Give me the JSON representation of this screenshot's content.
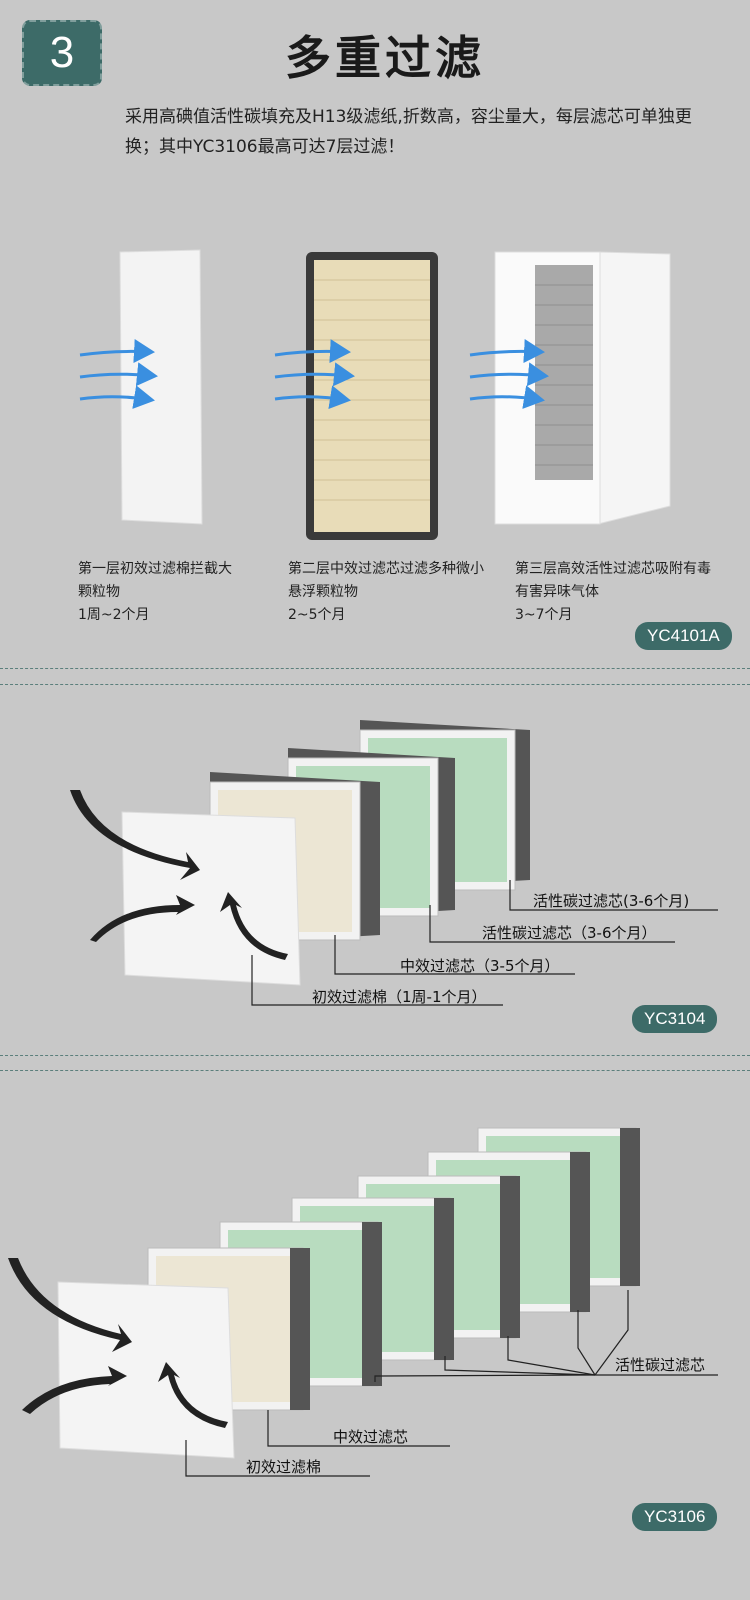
{
  "header": {
    "step_number": "3",
    "title": "多重过滤",
    "intro": "采用高碘值活性碳填充及H13级滤纸,折数高，容尘量大，每层滤芯可单独更换；其中YC3106最高可达7层过滤！"
  },
  "section1": {
    "model": "YC4101A",
    "stages": [
      {
        "desc": "第一层初效过滤棉拦截大颗粒物",
        "life": "1周~2个月"
      },
      {
        "desc": "第二层中效过滤芯过滤多种微小悬浮颗粒物",
        "life": "2~5个月"
      },
      {
        "desc": "第三层高效活性过滤芯吸附有毒有害异味气体",
        "life": "3~7个月"
      }
    ]
  },
  "section2": {
    "model": "YC3104",
    "labels": [
      "活性碳过滤芯(3-6个月)",
      "活性碳过滤芯（3-6个月）",
      "中效过滤芯（3-5个月）",
      "初效过滤棉（1周-1个月）"
    ]
  },
  "section3": {
    "model": "YC3106",
    "labels": [
      "活性碳过滤芯",
      "中效过滤芯",
      "初效过滤棉"
    ]
  },
  "colors": {
    "accent": "#3d6b68",
    "background": "#c8c8c8",
    "carbon_filter": "#b8dcbf"
  }
}
